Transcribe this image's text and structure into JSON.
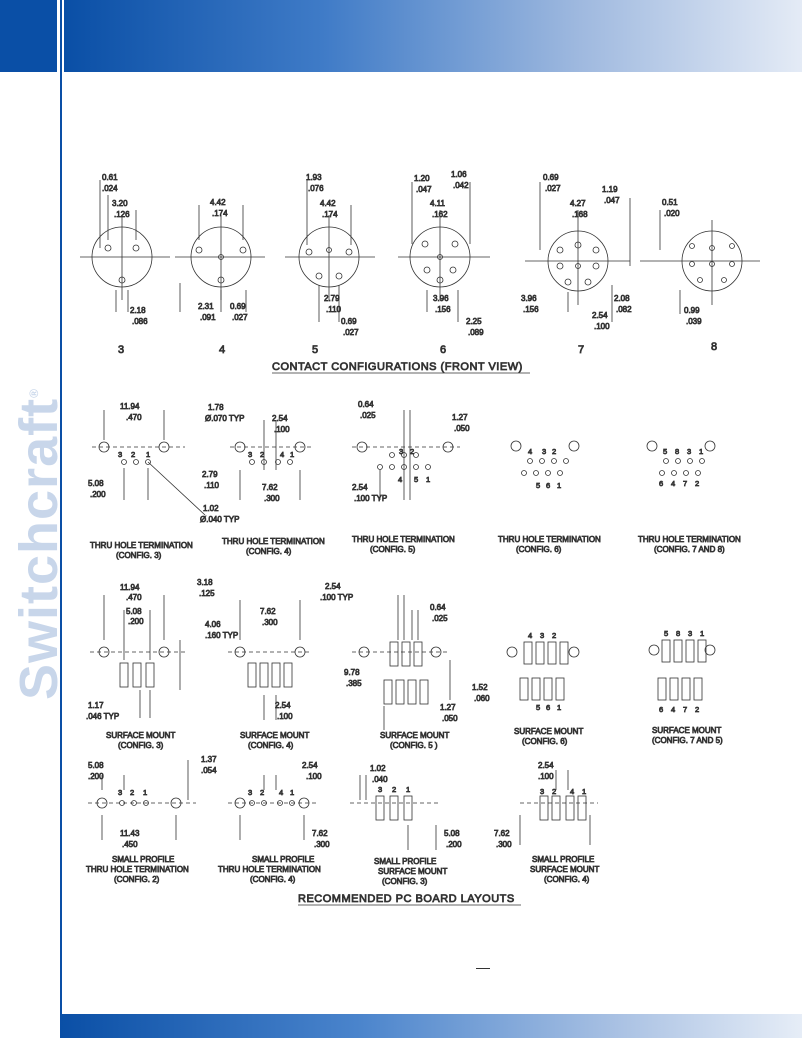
{
  "brand": {
    "name": "Switchcraft",
    "mark": "®"
  },
  "contact_configs": {
    "title": "CONTACT CONFIGURATIONS (FRONT VIEW)",
    "labels": [
      "3",
      "4",
      "5",
      "6",
      "7",
      "8"
    ],
    "dims": {
      "c3": [
        "0.61",
        ".024",
        "3.20",
        ".126",
        "2.18",
        ".086"
      ],
      "c4": [
        "4.42",
        ".174",
        "2.31",
        ".091",
        "0.69",
        ".027"
      ],
      "c5": [
        "1.93",
        ".076",
        "4.42",
        ".174",
        "2.79",
        ".110",
        "0.69",
        ".027"
      ],
      "c6": [
        "1.20",
        ".047",
        "1.06",
        ".042",
        "4.11",
        ".162",
        "3.96",
        ".156",
        "2.25",
        ".089"
      ],
      "c7": [
        "0.69",
        ".027",
        "4.27",
        ".168",
        "1.19",
        ".047",
        "3.96",
        ".156",
        "2.54",
        ".100",
        "2.08",
        ".082"
      ],
      "c8": [
        "0.51",
        ".020",
        "0.99",
        ".039"
      ]
    }
  },
  "thru_hole": [
    {
      "caption1": "THRU HOLE TERMINATION",
      "caption2": "(CONFIG. 3)",
      "dims": [
        "11.94",
        ".470",
        "1.78",
        "Ø.070 TYP",
        "5.08",
        ".200",
        "2.79",
        ".110",
        "1.02",
        "Ø.040 TYP"
      ],
      "pins": [
        "3",
        "2",
        "1"
      ]
    },
    {
      "caption1": "THRU HOLE TERMINATION",
      "caption2": "(CONFIG. 4)",
      "dims": [
        "2.54",
        ".100",
        "7.62",
        ".300"
      ],
      "pins": [
        "3",
        "2",
        "4",
        "1"
      ]
    },
    {
      "caption1": "THRU HOLE TERMINATION",
      "caption2": "(CONFIG. 5)",
      "dims": [
        "0.64",
        ".025",
        "1.27",
        ".050",
        "2.54",
        ".100 TYP"
      ],
      "pins": [
        "3",
        "2",
        "4",
        "5",
        "1"
      ]
    },
    {
      "caption1": "THRU HOLE TERMINATION",
      "caption2": "(CONFIG. 6)",
      "pins": [
        "4",
        "3",
        "2",
        "5",
        "6",
        "1"
      ]
    },
    {
      "caption1": "THRU HOLE TERMINATION",
      "caption2": "(CONFIG. 7 AND 8)",
      "pins": [
        "5",
        "8",
        "3",
        "1",
        "6",
        "4",
        "7",
        "2"
      ]
    }
  ],
  "surface_mount": [
    {
      "caption1": "SURFACE MOUNT",
      "caption2": "(CONFIG. 3)",
      "dims": [
        "11.94",
        ".470",
        "5.08",
        ".200",
        "3.18",
        ".125",
        "4.06",
        ".160 TYP",
        "1.17",
        ".046 TYP"
      ]
    },
    {
      "caption1": "SURFACE MOUNT",
      "caption2": "(CONFIG. 4)",
      "dims": [
        "7.62",
        ".300",
        "2.54",
        ".100"
      ]
    },
    {
      "caption1": "SURFACE MOUNT",
      "caption2": "(CONFIG. 5 )",
      "dims": [
        "2.54",
        ".100 TYP",
        "0.64",
        ".025",
        "9.78",
        ".385",
        "1.52",
        ".060",
        "1.27",
        ".050"
      ]
    },
    {
      "caption1": "SURFACE MOUNT",
      "caption2": "(CONFIG. 6)",
      "pins": [
        "4",
        "3",
        "2",
        "5",
        "6",
        "1"
      ]
    },
    {
      "caption1": "SURFACE MOUNT",
      "caption2": "(CONFIG. 7 AND 5)",
      "pins": [
        "5",
        "8",
        "3",
        "1",
        "6",
        "4",
        "7",
        "2"
      ]
    }
  ],
  "small_profile": [
    {
      "caption1": "SMALL PROFILE",
      "caption2": "THRU HOLE TERMINATION",
      "caption3": "(CONFIG. 2)",
      "dims": [
        "5.08",
        ".200",
        "1.37",
        ".054",
        "11.43",
        ".450"
      ]
    },
    {
      "caption1": "SMALL PROFILE",
      "caption2": "THRU HOLE TERMINATION",
      "caption3": "(CONFIG. 4)",
      "dims": [
        "2.54",
        ".100",
        "7.62",
        ".300"
      ]
    },
    {
      "caption1": "SMALL PROFILE",
      "caption2": "SURFACE MOUNT",
      "caption3": "(CONFIG. 3)",
      "dims": [
        "1.02",
        ".040",
        "5.08",
        ".200"
      ]
    },
    {
      "caption1": "SMALL PROFILE",
      "caption2": "SURFACE  MOUNT",
      "caption3": "(CONFIG. 4)",
      "dims": [
        "2.54",
        ".100",
        "7.62",
        ".300"
      ]
    }
  ],
  "layouts_title": "RECOMMENDED PC BOARD LAYOUTS"
}
